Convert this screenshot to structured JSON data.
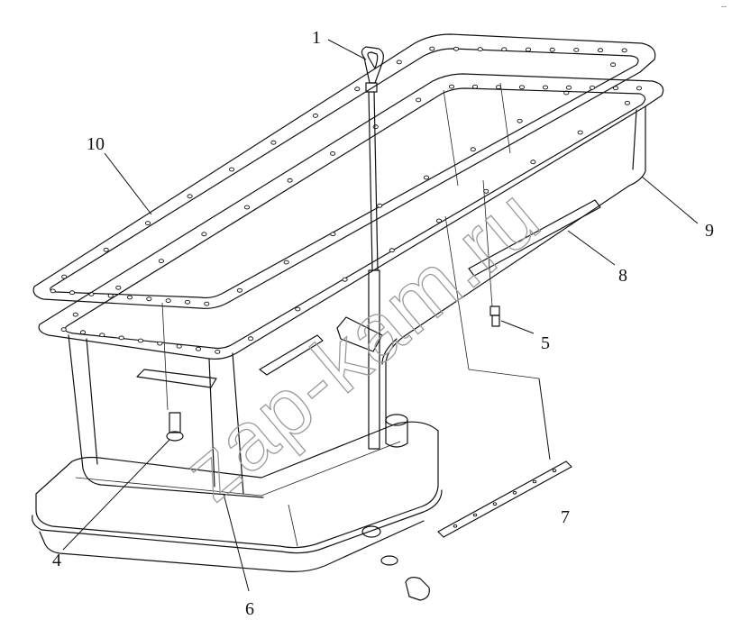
{
  "diagram": {
    "callouts": [
      {
        "id": "1",
        "label": "1"
      },
      {
        "id": "4",
        "label": "4"
      },
      {
        "id": "5",
        "label": "5"
      },
      {
        "id": "6",
        "label": "6"
      },
      {
        "id": "7",
        "label": "7"
      },
      {
        "id": "8",
        "label": "8"
      },
      {
        "id": "9",
        "label": "9"
      },
      {
        "id": "10",
        "label": "10"
      }
    ],
    "watermark": "zap-kam.ru",
    "corner_mark": "‑‑"
  }
}
